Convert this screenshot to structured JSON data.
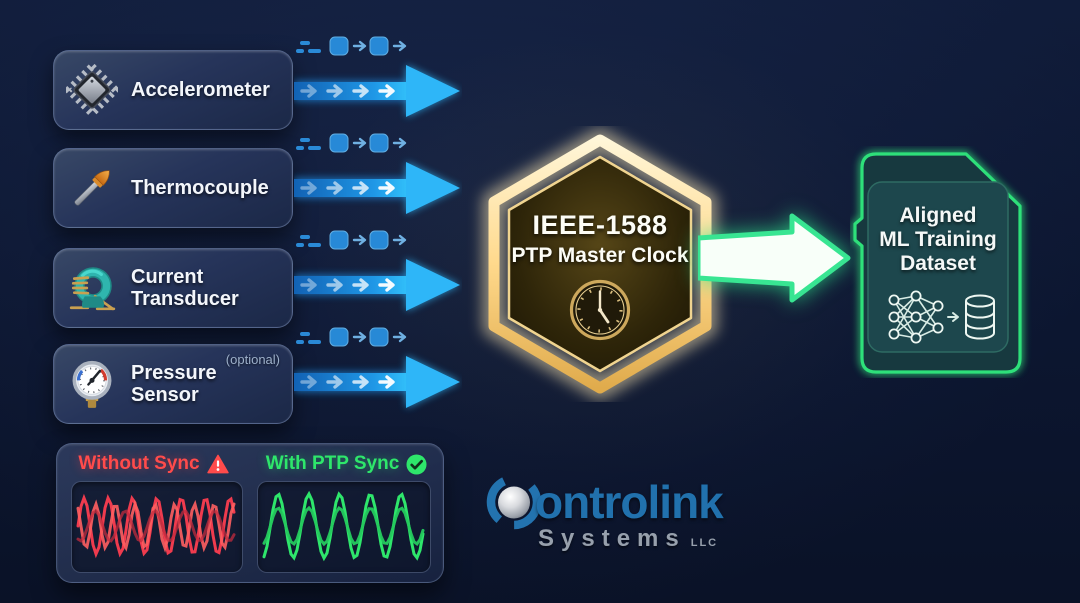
{
  "colors": {
    "background": "#0c1630",
    "arrow_blue": "#2eb6f8",
    "hex_gold": "#f0cd7e",
    "sync_green": "#2ee66b",
    "warn_red": "#ff4b4b",
    "logo_blue": "#2171ad",
    "logo_gray": "#97a0ac",
    "sd_border_green": "#2ee07a"
  },
  "sensors": [
    {
      "label": "Accelerometer",
      "icon": "chip-icon"
    },
    {
      "label": "Thermocouple",
      "icon": "thermocouple-icon"
    },
    {
      "label": "Current Transducer",
      "icon": "current-transducer-icon"
    },
    {
      "label": "Pressure Sensor",
      "icon": "pressure-gauge-icon",
      "tag": "(optional)"
    }
  ],
  "clock_node": {
    "line1": "IEEE-1588",
    "line2": "PTP Master Clock",
    "icon": "analog-clock-icon"
  },
  "output": {
    "lines": [
      "Aligned",
      "ML Training",
      "Dataset"
    ],
    "icons": [
      "neural-network-icon",
      "database-icon"
    ]
  },
  "comparison": {
    "without": {
      "label": "Without Sync",
      "icon": "warning-icon",
      "waves": [
        {
          "amp": 28,
          "cycles": 6.5,
          "phase": 0.0,
          "color": "#ef3b4e",
          "opacity": 1
        },
        {
          "amp": 22,
          "cycles": 8.0,
          "phase": 2.2,
          "color": "#ff5f61",
          "opacity": 0.9
        },
        {
          "amp": 15,
          "cycles": 5.3,
          "phase": 4.2,
          "color": "#c22b3e",
          "opacity": 0.75
        }
      ]
    },
    "with": {
      "label": "With PTP Sync",
      "icon": "check-icon",
      "waves": [
        {
          "amp": 32,
          "cycles": 5.2,
          "phase": -1.3,
          "color": "#2ee66b",
          "opacity": 1
        },
        {
          "amp": 18,
          "cycles": 5.2,
          "phase": -1.3,
          "color": "#25c95e",
          "opacity": 0.95
        }
      ]
    }
  },
  "logo": {
    "brand_rest": "ontrolink",
    "subtitle": "Systems",
    "suffix": "LLC"
  }
}
